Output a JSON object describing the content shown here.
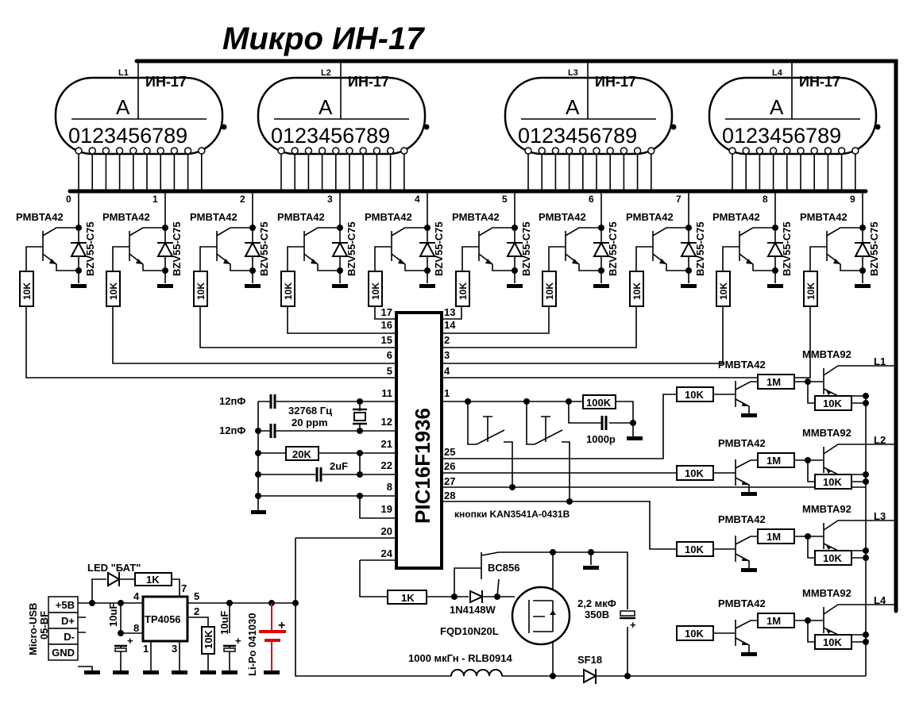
{
  "title": "Микро ИН-17",
  "tubes": [
    {
      "anode_label": "L1",
      "name": "ИН-17",
      "anode_glyph": "A",
      "digits": "0123456789"
    },
    {
      "anode_label": "L2",
      "name": "ИН-17",
      "anode_glyph": "A",
      "digits": "0123456789"
    },
    {
      "anode_label": "L3",
      "name": "ИН-17",
      "anode_glyph": "A",
      "digits": "0123456789"
    },
    {
      "anode_label": "L4",
      "name": "ИН-17",
      "anode_glyph": "A",
      "digits": "0123456789"
    }
  ],
  "cathode_drivers": [
    {
      "index": "0",
      "transistor": "PMBTA42",
      "zener": "BZV55-C75",
      "resistor": "10K"
    },
    {
      "index": "1",
      "transistor": "PMBTA42",
      "zener": "BZV55-C75",
      "resistor": "10K"
    },
    {
      "index": "2",
      "transistor": "PMBTA42",
      "zener": "BZV55-C75",
      "resistor": "10K"
    },
    {
      "index": "3",
      "transistor": "PMBTA42",
      "zener": "BZV55-C75",
      "resistor": "10K"
    },
    {
      "index": "4",
      "transistor": "PMBTA42",
      "zener": "BZV55-C75",
      "resistor": "10K"
    },
    {
      "index": "5",
      "transistor": "PMBTA42",
      "zener": "BZV55-C75",
      "resistor": "10K"
    },
    {
      "index": "6",
      "transistor": "PMBTA42",
      "zener": "BZV55-C75",
      "resistor": "10K"
    },
    {
      "index": "7",
      "transistor": "PMBTA42",
      "zener": "BZV55-C75",
      "resistor": "10K"
    },
    {
      "index": "8",
      "transistor": "PMBTA42",
      "zener": "BZV55-C75",
      "resistor": "10K"
    },
    {
      "index": "9",
      "transistor": "PMBTA42",
      "zener": "BZV55-C75",
      "resistor": "10K"
    }
  ],
  "mcu": {
    "name": "PIC16F1936",
    "left_pins": [
      "17",
      "16",
      "15",
      "6",
      "5",
      "11",
      "12",
      "21",
      "22",
      "8",
      "19",
      "20",
      "24"
    ],
    "right_pins": [
      "13",
      "14",
      "2",
      "3",
      "4",
      "1",
      "25",
      "26",
      "27",
      "28"
    ]
  },
  "oscillator": {
    "cap1": "12пФ",
    "cap2": "12пФ",
    "crystal_freq": "32768 Гц",
    "crystal_tol": "20 ppm"
  },
  "mcu_aux": {
    "resistor": "20K",
    "capacitor": "2uF"
  },
  "buttons": {
    "label": "кнопки KAN3541A-0431B",
    "pullup_resistor": "100K",
    "filter_cap": "1000p"
  },
  "anode_drivers": [
    {
      "in_resistor": "10K",
      "npn": "PMBTA42",
      "base_resistor": "1M",
      "pnp": "MMBTA92",
      "pullup": "10K",
      "output": "L1"
    },
    {
      "in_resistor": "10K",
      "npn": "PMBTA42",
      "base_resistor": "1M",
      "pnp": "MMBTA92",
      "pullup": "10K",
      "output": "L2"
    },
    {
      "in_resistor": "10K",
      "npn": "PMBTA42",
      "base_resistor": "1M",
      "pnp": "MMBTA92",
      "pullup": "10K",
      "output": "L3"
    },
    {
      "in_resistor": "10K",
      "npn": "PMBTA42",
      "base_resistor": "1M",
      "pnp": "MMBTA92",
      "pullup": "10K",
      "output": "L4"
    }
  ],
  "power": {
    "usb_label_1": "Micro-USB",
    "usb_label_2": "05-BF",
    "usb_pins": [
      "+5B",
      "D+",
      "D-",
      "GND"
    ],
    "led_label": "LED \"БАТ\"",
    "led_resistor": "1K",
    "charger": "TP4056",
    "charger_pins": {
      "p4": "4",
      "p7": "7",
      "p5": "5",
      "p2": "2",
      "p8": "8",
      "p1": "1",
      "p3": "3"
    },
    "cap_in": "10uF",
    "prog_resistor": "10K",
    "cap_out": "10uF",
    "battery": "Li-Po 041030",
    "battery_color": "#e00000"
  },
  "boost": {
    "gate_resistor": "1K",
    "pnp": "BC856",
    "diode": "1N4148W",
    "mosfet": "FQD10N20L",
    "inductor": "1000 мкГн - RLB0914",
    "rectifier": "SF18",
    "out_cap_1": "2,2 мкФ",
    "out_cap_2": "350В"
  },
  "symbols": {
    "plus": "+"
  }
}
